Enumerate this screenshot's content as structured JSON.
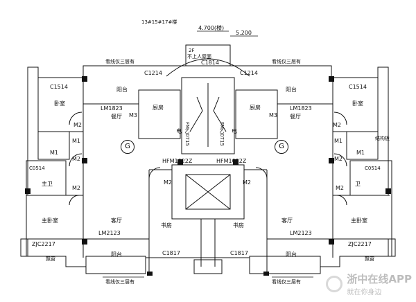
{
  "header": {
    "title": "13#15#17#楼"
  },
  "levels": {
    "landing": "4.700(楼)",
    "roof": "5.200",
    "note_a": "2F",
    "note_b": "不上人屋面"
  },
  "windows": {
    "stair_top": "C1814",
    "kitchen_left": "C1214",
    "kitchen_right": "C1214",
    "bed_left": "C1514",
    "bed_right": "C1514",
    "toilet_left": "C0514",
    "toilet_right": "C0514",
    "living_left": "C1817",
    "living_right": "C1817",
    "master_left": "ZJC2217",
    "master_right": "ZJC2217"
  },
  "doors": {
    "lm_top_left": "LM1823",
    "lm_top_right": "LM1823",
    "lm_bot_left": "LM2123",
    "lm_bot_right": "LM2123",
    "hfm_left": "HFM1022Z",
    "hfm_right": "HFM1022Z",
    "fm_left": "FM乙0715",
    "fm_right": "FM乙0715",
    "m1": "M1",
    "m2": "M2",
    "m3": "M3"
  },
  "rooms": {
    "balcony": "阳台",
    "bedroom": "卧室",
    "kitchen": "厨房",
    "dining": "餐厅",
    "master_bed": "主卧室",
    "study": "书房",
    "living": "客厅",
    "bay": "飘窗",
    "master_bath": "主卫",
    "bath": "卫",
    "shaft": "电",
    "structure": "结构板"
  },
  "axis": {
    "g": "G"
  },
  "notes": {
    "three_floors": "看线仅三层有"
  },
  "watermark": {
    "name": "浙中在线APP",
    "slogan": "就在你身边"
  }
}
